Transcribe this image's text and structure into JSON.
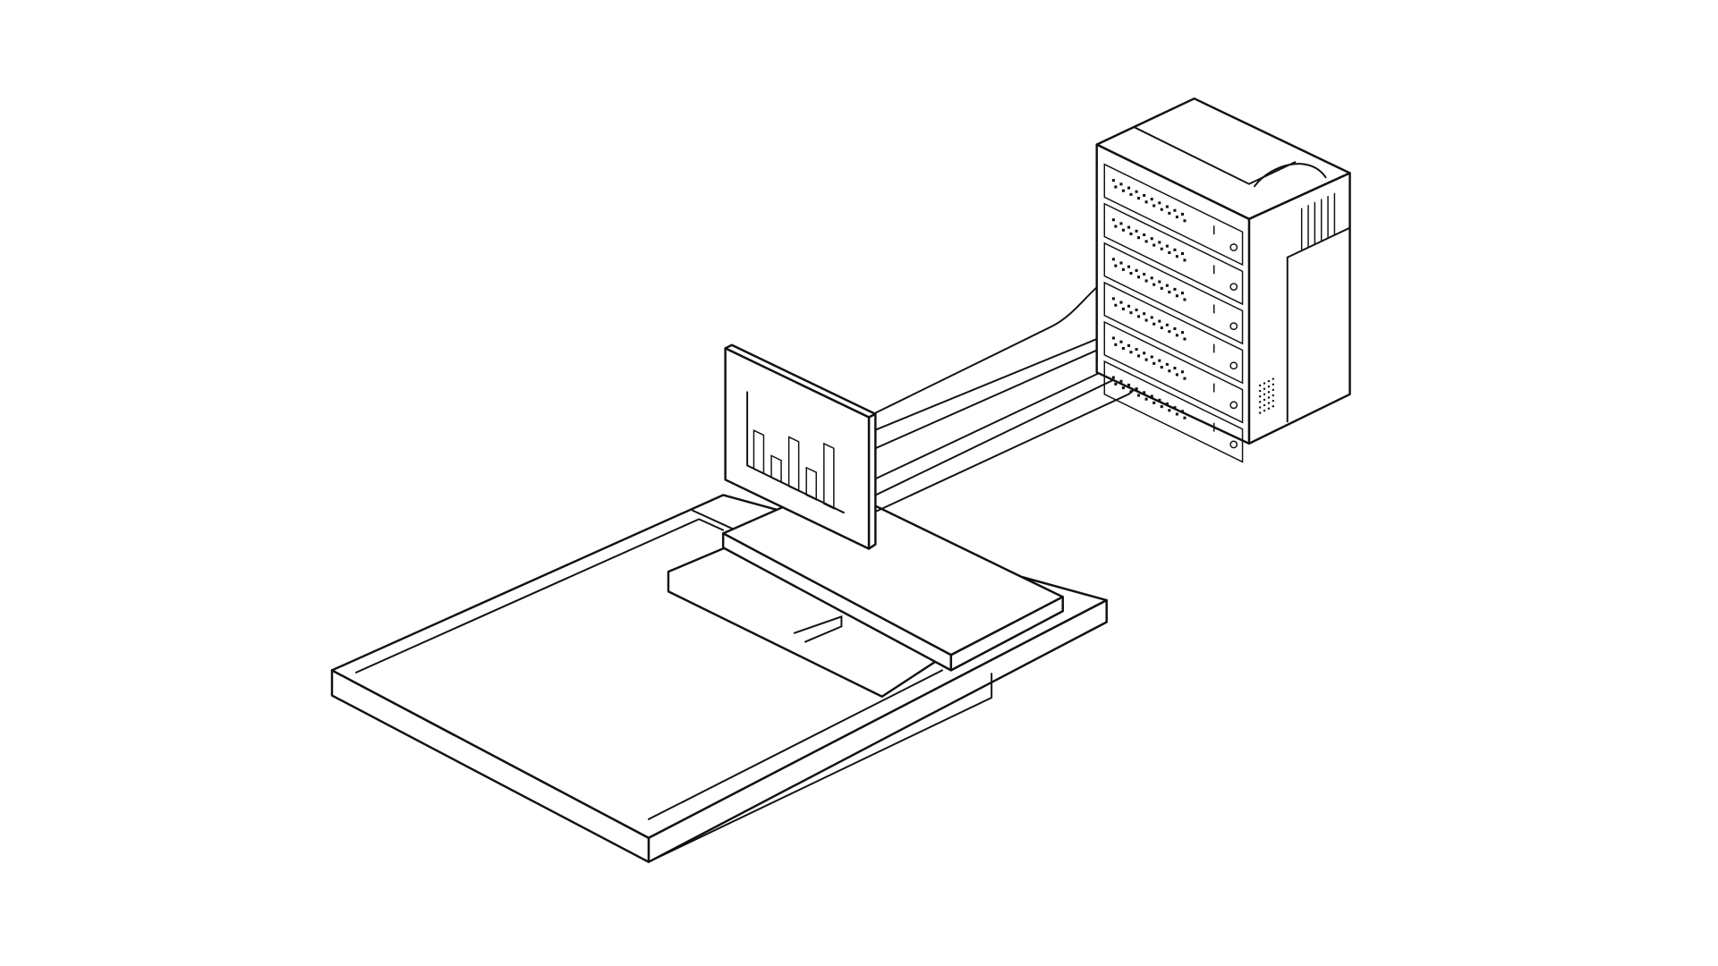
{
  "illustration": {
    "style": "isometric line drawing",
    "colors": {
      "stroke": "#111111",
      "background": "#ffffff"
    },
    "monitor_chart_bars": [
      0.35,
      0.2,
      0.45,
      0.25,
      0.55
    ]
  }
}
